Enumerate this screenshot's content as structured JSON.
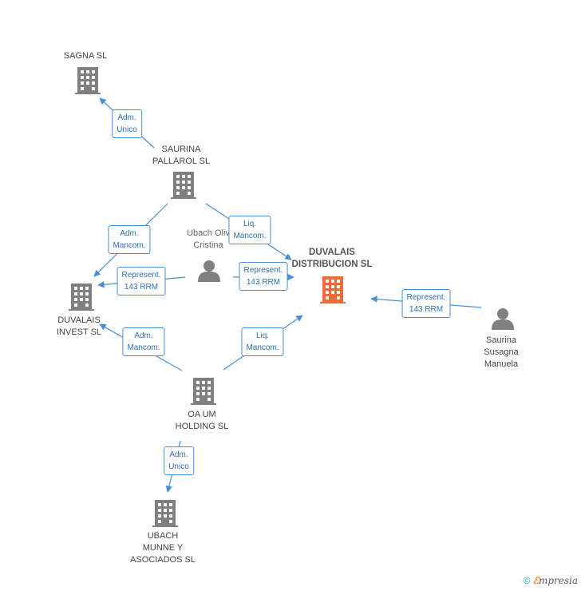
{
  "nodes": {
    "sagna": {
      "label": [
        "SAGNA SL"
      ],
      "kind": "company"
    },
    "saurina_pallarol": {
      "label": [
        "SAURINA",
        "PALLAROL SL"
      ],
      "kind": "company"
    },
    "ubach_cristina": {
      "label": [
        "Ubach Oliv",
        "Cristina"
      ],
      "kind": "person"
    },
    "duvalais_distribucion": {
      "label": [
        "DUVALAIS",
        "DISTRIBUCION SL"
      ],
      "kind": "company-focus"
    },
    "duvalais_invest": {
      "label": [
        "DUVALAIS",
        "INVEST SL"
      ],
      "kind": "company"
    },
    "saurina_susagna": {
      "label": [
        "Saurina",
        "Susagna",
        "Manuela"
      ],
      "kind": "person"
    },
    "oa_um": {
      "label": [
        "OA UM",
        "HOLDING  SL"
      ],
      "kind": "company"
    },
    "ubach_munne": {
      "label": [
        "UBACH",
        "MUNNE Y",
        "ASOCIADOS SL"
      ],
      "kind": "company"
    }
  },
  "edges": [
    {
      "id": "e1",
      "label": [
        "Adm.",
        "Unico"
      ]
    },
    {
      "id": "e2",
      "label": [
        "Adm.",
        "Mancom."
      ]
    },
    {
      "id": "e3",
      "label": [
        "Liq.",
        "Mancom."
      ]
    },
    {
      "id": "e4",
      "label": [
        "Represent.",
        "143 RRM"
      ]
    },
    {
      "id": "e5",
      "label": [
        "Represent.",
        "143 RRM"
      ]
    },
    {
      "id": "e6",
      "label": [
        "Represent.",
        "143 RRM"
      ]
    },
    {
      "id": "e7",
      "label": [
        "Adm.",
        "Mancom."
      ]
    },
    {
      "id": "e8",
      "label": [
        "Liq.",
        "Mancom."
      ]
    },
    {
      "id": "e9",
      "label": [
        "Adm.",
        "Unico"
      ]
    }
  ],
  "colors": {
    "company": "#808080",
    "focus": "#f26a3a",
    "person": "#808080",
    "edge": "#4a8fd4"
  },
  "footer": {
    "symbol": "©",
    "brand_initial": "ℰ",
    "brand_rest": "mpresia"
  }
}
